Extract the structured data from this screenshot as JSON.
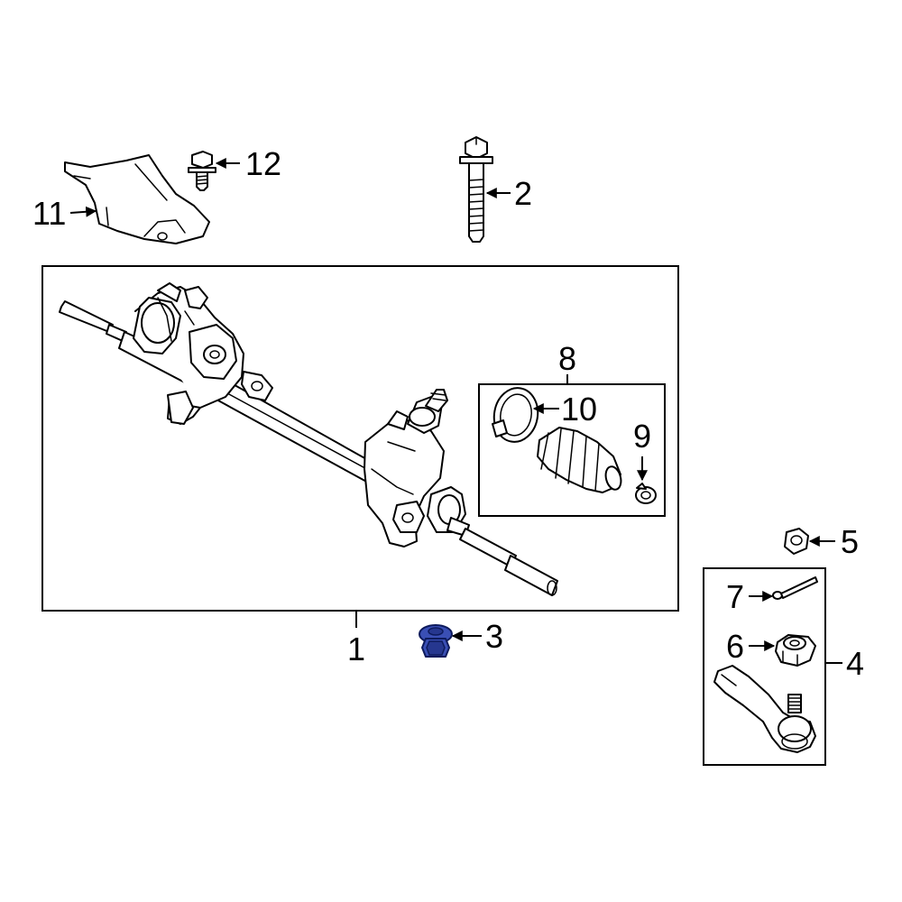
{
  "callouts": {
    "c1": "1",
    "c2": "2",
    "c3": "3",
    "c4": "4",
    "c5": "5",
    "c6": "6",
    "c7": "7",
    "c8": "8",
    "c9": "9",
    "c10": "10",
    "c11": "11",
    "c12": "12"
  },
  "colors": {
    "highlight": "#3a4fb5",
    "line": "#000000",
    "background": "#ffffff"
  }
}
